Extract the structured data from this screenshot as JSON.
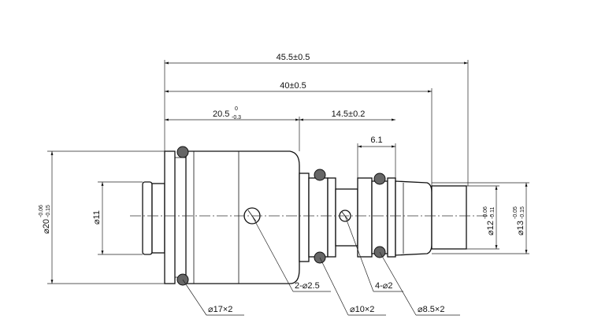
{
  "drawing": {
    "dimensions": {
      "len_total": "45.5±0.5",
      "len_40": "40±0.5",
      "len_20_5": "20.5",
      "len_20_5_tol_upper": "0",
      "len_20_5_tol_lower": "-0.3",
      "len_14_5": "14.5±0.2",
      "len_6_1": "6.1",
      "dia_20": "⌀20",
      "dia_20_tol_upper": "-0.06",
      "dia_20_tol_lower": "-0.15",
      "dia_11": "⌀11",
      "dia_12": "⌀12",
      "dia_12_tol_upper": "-0.06",
      "dia_12_tol_lower": "-0.11",
      "dia_13": "⌀13",
      "dia_13_tol_upper": "-0.05",
      "dia_13_tol_lower": "-0.15"
    },
    "callouts": {
      "holes_2_5": "2-⌀2.5",
      "holes_2": "4-⌀2",
      "oring_17": "⌀17×2",
      "oring_10": "⌀10×2",
      "oring_8_5": "⌀8.5×2"
    }
  }
}
